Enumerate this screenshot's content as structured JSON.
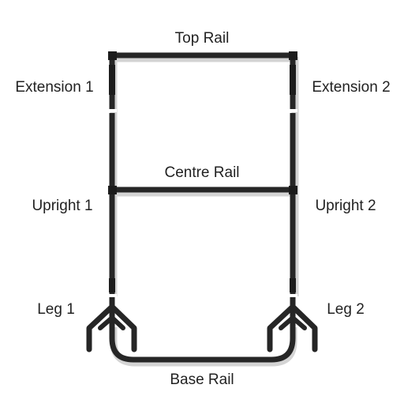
{
  "labels": {
    "top_rail": "Top Rail",
    "extension_1": "Extension 1",
    "extension_2": "Extension 2",
    "centre_rail": "Centre Rail",
    "upright_1": "Upright 1",
    "upright_2": "Upright 2",
    "leg_1": "Leg 1",
    "leg_2": "Leg 2",
    "base_rail": "Base Rail"
  },
  "colors": {
    "frame": "#262626",
    "frame_shadow": "#d4d4d4",
    "text": "#222222",
    "background": "#ffffff"
  }
}
